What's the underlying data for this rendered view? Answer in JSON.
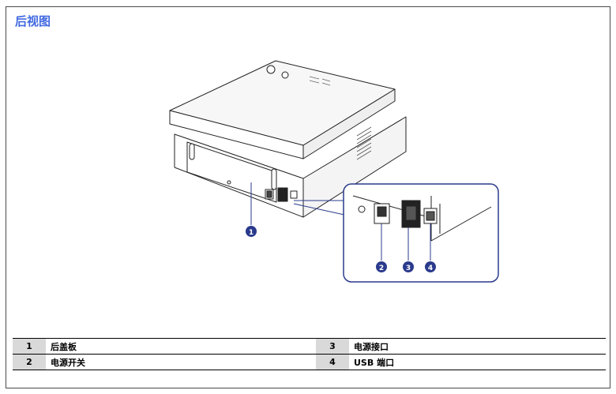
{
  "section": {
    "title": "后视图"
  },
  "callouts": [
    "1",
    "2",
    "3",
    "4"
  ],
  "legend": {
    "rows": [
      [
        {
          "num": "1",
          "label": "后盖板"
        },
        {
          "num": "3",
          "label": "电源接口"
        }
      ],
      [
        {
          "num": "2",
          "label": "电源开关"
        },
        {
          "num": "4",
          "label": "USB 端口"
        }
      ]
    ]
  },
  "colors": {
    "title": "#4169e1",
    "callout": "#2a3a8c",
    "zoom_frame": "#2a3a8c"
  }
}
